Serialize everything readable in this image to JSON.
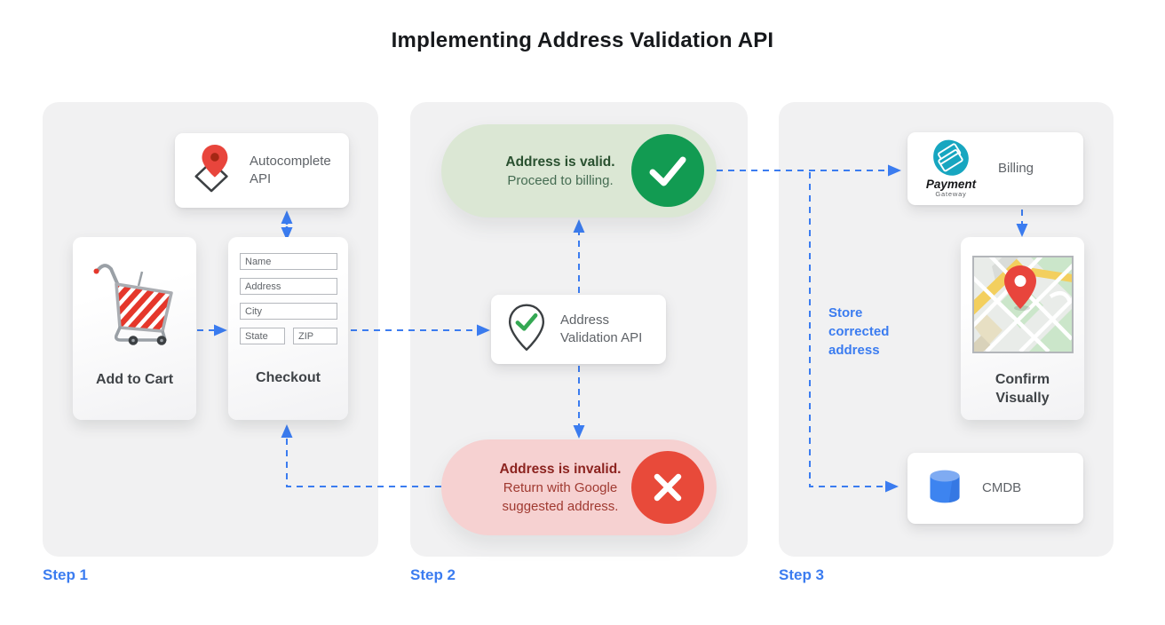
{
  "title": "Implementing Address Validation API",
  "step1": {
    "label": "Step 1",
    "autocomplete_api": "Autocomplete API",
    "add_to_cart": "Add to Cart",
    "checkout": "Checkout",
    "form": {
      "name": "Name",
      "address": "Address",
      "city": "City",
      "state": "State",
      "zip": "ZIP"
    }
  },
  "step2": {
    "label": "Step 2",
    "validation_api": "Address Validation API",
    "valid_title": "Address is valid.",
    "valid_subtitle": "Proceed to billing.",
    "invalid_title": "Address is invalid.",
    "invalid_subtitle": "Return with Google suggested address."
  },
  "step3": {
    "label": "Step 3",
    "billing": "Billing",
    "payment_logo": {
      "name": "Payment",
      "sub": "Gateway"
    },
    "confirm_visually": "Confirm Visually",
    "cmdb": "CMDB",
    "store_note": "Store corrected address"
  },
  "icons": {
    "autocomplete": "map-pin-over-diamond-icon",
    "add_to_cart": "shopping-cart-icon",
    "validation": "map-pin-check-icon",
    "valid": "check-circle-icon",
    "invalid": "x-circle-icon",
    "billing": "payment-gateway-logo",
    "confirm": "map-thumbnail",
    "cmdb": "database-cylinder-icon"
  },
  "colors": {
    "accent_blue": "#3b7cf0",
    "valid_green": "#129b52",
    "valid_bg": "#dbe7d4",
    "invalid_red": "#e84a3a",
    "invalid_bg": "#f6d1d1",
    "panel_gray": "#f1f1f2"
  }
}
